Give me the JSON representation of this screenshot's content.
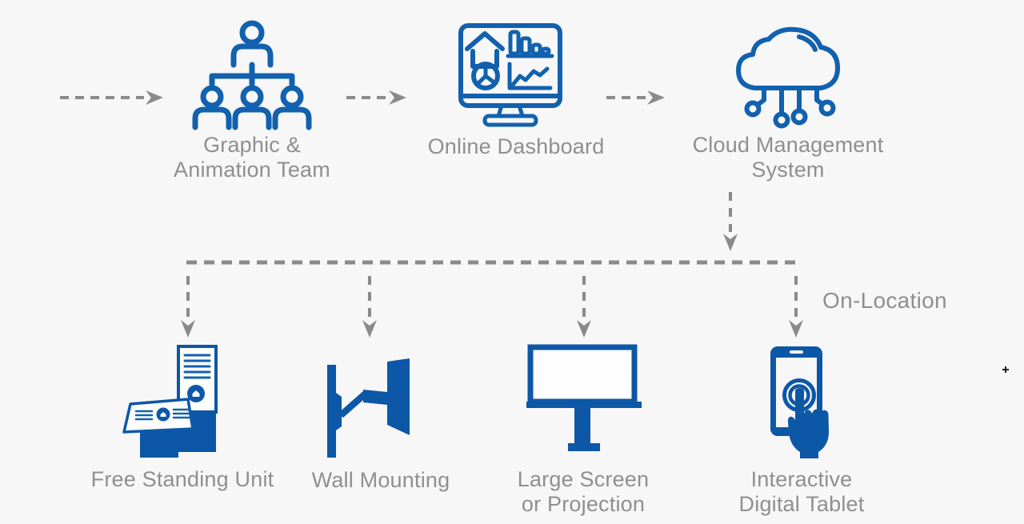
{
  "colors": {
    "background": "#F7F7F8",
    "outline_icon_blue": "#1261AE",
    "filled_icon_blue": "#0D57A7",
    "connector_gray": "#8A8A8A",
    "label_gray": "#8F8F8F"
  },
  "flow": {
    "top_nodes": [
      {
        "id": "graphic-animation-team",
        "icon": "org-chart-icon",
        "label_line1": "Graphic &",
        "label_line2": "Animation Team"
      },
      {
        "id": "online-dashboard",
        "icon": "dashboard-monitor-icon",
        "label_line1": "Online Dashboard"
      },
      {
        "id": "cloud-management-system",
        "icon": "cloud-network-icon",
        "label_line1": "Cloud Management",
        "label_line2": "System"
      }
    ],
    "bottom_nodes": [
      {
        "id": "free-standing-unit",
        "icon": "kiosk-icon",
        "label_line1": "Free Standing Unit"
      },
      {
        "id": "wall-mounting",
        "icon": "wall-mount-arm-icon",
        "label_line1": "Wall Mounting"
      },
      {
        "id": "large-screen-or-projection",
        "icon": "billboard-screen-icon",
        "label_line1": "Large Screen",
        "label_line2": "or Projection"
      },
      {
        "id": "interactive-digital-tablet",
        "icon": "touch-tablet-icon",
        "label_line1": "Interactive",
        "label_line2": "Digital Tablet"
      }
    ],
    "annotation": "On-Location"
  }
}
